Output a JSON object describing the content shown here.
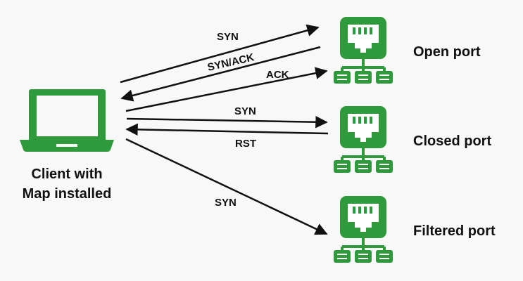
{
  "colors": {
    "green": "#2e9a3c",
    "background": "#f8f8f8",
    "arrow": "#111111"
  },
  "client": {
    "icon": "laptop-icon",
    "line1": "Client with",
    "line2": "Map installed"
  },
  "ports": [
    {
      "label": "Open port",
      "icon": "network-port-icon"
    },
    {
      "label": "Closed port",
      "icon": "network-port-icon"
    },
    {
      "label": "Filtered port",
      "icon": "network-port-icon"
    }
  ],
  "exchanges": [
    {
      "label": "SYN",
      "direction": "client-to-port",
      "port": "Open port"
    },
    {
      "label": "SYN/ACK",
      "direction": "port-to-client",
      "port": "Open port"
    },
    {
      "label": "ACK",
      "direction": "client-to-port",
      "port": "Open port"
    },
    {
      "label": "SYN",
      "direction": "client-to-port",
      "port": "Closed port"
    },
    {
      "label": "RST",
      "direction": "port-to-client",
      "port": "Closed port"
    },
    {
      "label": "SYN",
      "direction": "client-to-port",
      "port": "Filtered port"
    }
  ]
}
